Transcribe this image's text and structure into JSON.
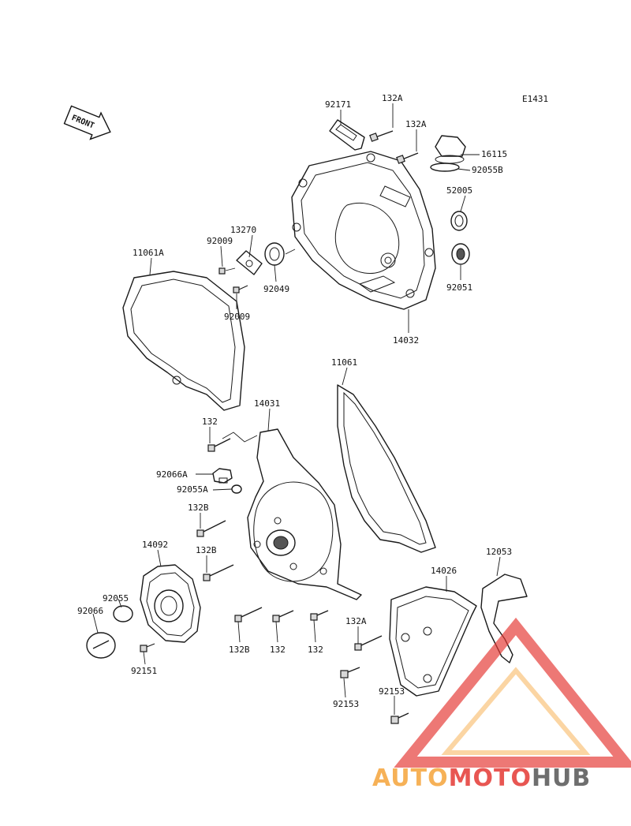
{
  "diagram_code": "E1431",
  "front_label": "FRONT",
  "watermark": {
    "auto": "AUTO",
    "moto": "MOTO",
    "hub": "HUB",
    "color_orange": "#f5a43a",
    "color_red": "#e53935",
    "color_grey": "#555555"
  },
  "parts": [
    "92171",
    "132A",
    "132A",
    "16115",
    "92055B",
    "52005",
    "92051",
    "14032",
    "13270",
    "92009",
    "92009",
    "92049",
    "11061A",
    "11061",
    "14031",
    "132",
    "92066A",
    "92055A",
    "132B",
    "132B",
    "14092",
    "92055",
    "92066",
    "92151",
    "132B",
    "132",
    "132",
    "132A",
    "14026",
    "12053",
    "92153",
    "92153"
  ]
}
